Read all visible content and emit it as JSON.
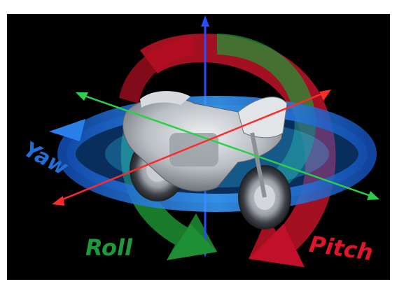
{
  "labels": {
    "yaw": "Yaw",
    "roll": "Roll",
    "pitch": "Pitch"
  },
  "colors": {
    "background": "#000000",
    "yaw": "#1f6fd6",
    "roll": "#1f9a3a",
    "pitch": "#e0142a",
    "vertical_axis": "#2a4cff",
    "motorcycle": "#c8ccd0"
  },
  "icons": {
    "motorcycle": "motorcycle-icon",
    "yaw_rotation": "yaw-arrow-icon",
    "roll_rotation": "roll-arrow-icon",
    "pitch_rotation": "pitch-arrow-icon"
  }
}
